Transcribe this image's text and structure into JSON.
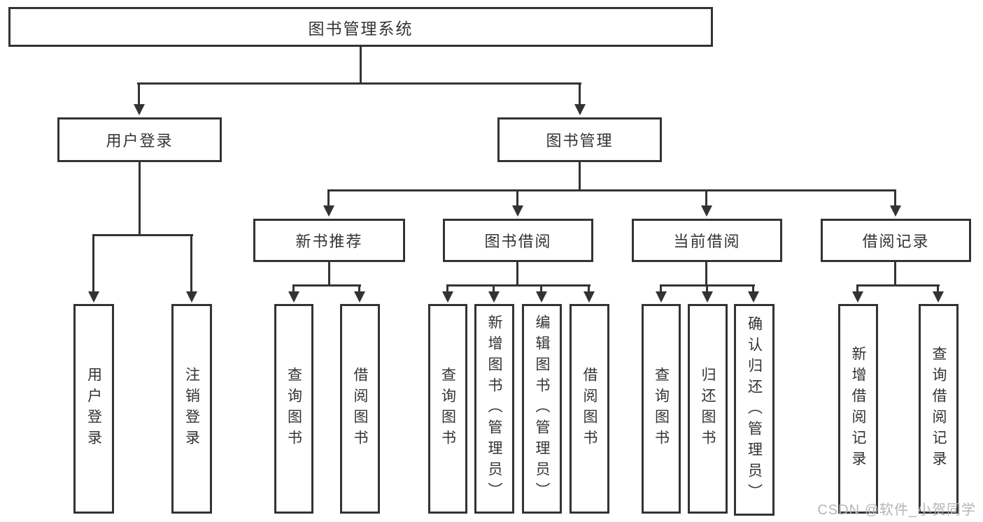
{
  "tree": {
    "label": "图书管理系统",
    "children": [
      {
        "label": "用户登录",
        "children": [
          {
            "label": "用户登录"
          },
          {
            "label": "注销登录"
          }
        ]
      },
      {
        "label": "图书管理",
        "children": [
          {
            "label": "新书推荐",
            "children": [
              {
                "label": "查询图书"
              },
              {
                "label": "借阅图书"
              }
            ]
          },
          {
            "label": "图书借阅",
            "children": [
              {
                "label": "查询图书"
              },
              {
                "label": "新增图书（管理员）"
              },
              {
                "label": "编辑图书（管理员）"
              },
              {
                "label": "借阅图书"
              }
            ]
          },
          {
            "label": "当前借阅",
            "children": [
              {
                "label": "查询图书"
              },
              {
                "label": "归还图书"
              },
              {
                "label": "确认归还（管理员）"
              }
            ]
          },
          {
            "label": "借阅记录",
            "children": [
              {
                "label": "新增借阅记录"
              },
              {
                "label": "查询借阅记录"
              }
            ]
          }
        ]
      }
    ]
  },
  "watermark": {
    "text": "CSDN @软件_小贺同学"
  },
  "colors": {
    "line": "#333333",
    "border": "#333333",
    "fill": "#ffffff",
    "text": "#333333",
    "watermark": "#b5b5b5"
  }
}
